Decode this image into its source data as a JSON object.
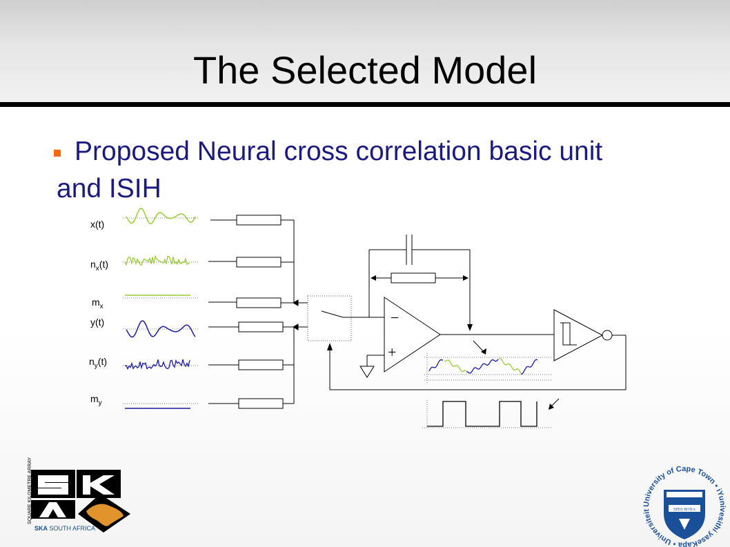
{
  "slide": {
    "title": "The Selected Model",
    "bullet_line1": "Proposed Neural cross correlation basic unit",
    "bullet_line2": "and ISIH",
    "bullet_color": "#ff6600",
    "text_color": "#1a1a80"
  },
  "diagram": {
    "inputs": [
      {
        "base": "x",
        "sub": "",
        "suffix": "(t)"
      },
      {
        "base": "n",
        "sub": "x",
        "suffix": "(t)"
      },
      {
        "base": "m",
        "sub": "x",
        "suffix": ""
      },
      {
        "base": "y",
        "sub": "",
        "suffix": "(t)"
      },
      {
        "base": "n",
        "sub": "y",
        "suffix": "(t)"
      },
      {
        "base": "m",
        "sub": "y",
        "suffix": ""
      }
    ],
    "x_signal_color": "#99cc33",
    "y_signal_color": "#1a1aa0",
    "opamp_minus": "−",
    "opamp_plus": "+"
  },
  "logos": {
    "ska_letters": [
      "S",
      "K",
      "A"
    ],
    "ska_vertical_text": "SQUARE KILOMETRE ARRAY",
    "ska_caption_bold": "SKA",
    "ska_caption": " SOUTH AFRICA",
    "uct_ring_text": "University of Cape Town • iYunivesithi yaseKapa • Universiteit van Kaapstad •",
    "uct_motto": "SPES BONA",
    "ska_blue": "#1a4f8a",
    "uct_blue": "#1a4f9a"
  }
}
